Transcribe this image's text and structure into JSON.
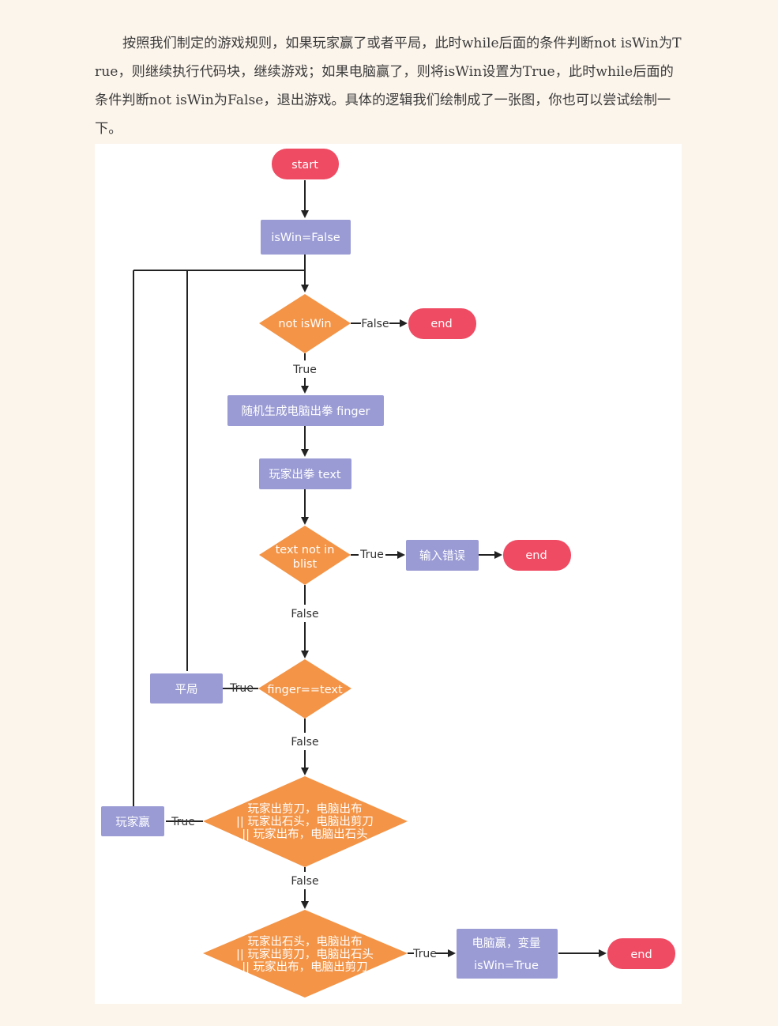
{
  "intro_text": "按照我们制定的游戏规则，如果玩家赢了或者平局，此时while后面的条件判断not isWin为True，则继续执行代码块，继续游戏；如果电脑赢了，则将isWin设置为True，此时while后面的条件判断not isWin为False，退出游戏。具体的逻辑我们绘制成了一张图，你也可以尝试绘制一下。",
  "flowchart": {
    "colors": {
      "terminal": "#ef4b63",
      "process": "#9a9bd4",
      "decision": "#f39447",
      "line": "#222222"
    },
    "nodes": {
      "start": "start",
      "init": "isWin=False",
      "cond_loop": "not  isWin",
      "end_1": "end",
      "computer_finger": "随机生成电脑出拳 finger",
      "player_text": "玩家出拳 text",
      "cond_blist_line1": "text  not  in",
      "cond_blist_line2": "blist",
      "input_error": "输入错误",
      "end_2": "end",
      "cond_equal": "finger==text",
      "draw": "平局",
      "cond_player_win_line1": "玩家出剪刀，电脑出布",
      "cond_player_win_line2": "|| 玩家出石头，电脑出剪刀",
      "cond_player_win_line3": "|| 玩家出布，电脑出石头",
      "player_win": "玩家赢",
      "cond_computer_win_line1": "玩家出石头，电脑出布",
      "cond_computer_win_line2": "|| 玩家出剪刀，电脑出石头",
      "cond_computer_win_line3": "|| 玩家出布，电脑出剪刀",
      "computer_win_line1": "电脑赢，变量",
      "computer_win_line2": "isWin=True",
      "end_3": "end"
    },
    "edge_labels": {
      "loop_false": "False",
      "loop_true": "True",
      "blist_true": "True",
      "blist_false": "False",
      "equal_true": "True",
      "equal_false": "False",
      "player_win_true": "True",
      "player_win_false": "False",
      "computer_win_true": "True"
    }
  }
}
